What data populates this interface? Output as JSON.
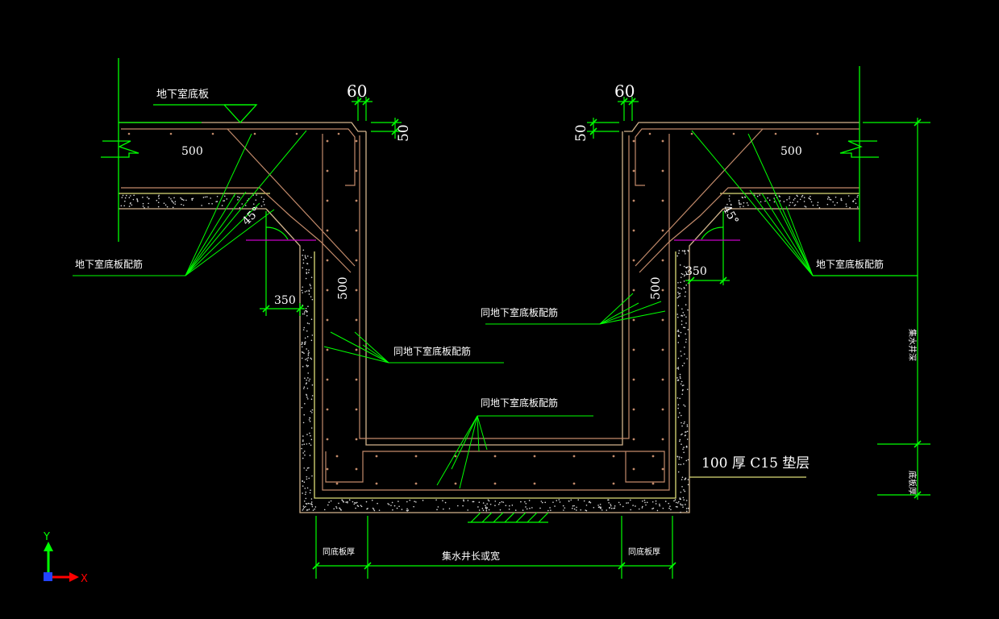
{
  "colors": {
    "background": "#000000",
    "line": "#00ff00",
    "slab": "#d2b48c",
    "rebar": "#c28a6a",
    "leader": "#00ff00",
    "cushion": "#dcdc78",
    "highlight": "#c800c8",
    "ucs_x": "#ff0000",
    "ucs_y": "#00ff00",
    "ucs_origin": "#2244ff",
    "text": "#ffffff"
  },
  "labels": {
    "basement_slab": "地下室底板",
    "rebar_left": "地下室底板配筋",
    "rebar_right": "地下室底板配筋",
    "rebar_same_wall_left": "同地下室底板配筋",
    "rebar_same_wall_right": "同地下室底板配筋",
    "rebar_same_bottom": "同地下室底板配筋",
    "cushion": "100 厚 C15 垫层",
    "dim_60_left": "60",
    "dim_60_right": "60",
    "dim_50_left": "50",
    "dim_50_right": "50",
    "dim_500_left_top": "500",
    "dim_500_right_top": "500",
    "dim_500_left_wall": "500",
    "dim_500_right_wall": "500",
    "dim_350_left": "350",
    "dim_350_right": "350",
    "angle_left": "45°",
    "angle_right": "45°",
    "bottom_same_left": "同底板厚",
    "bottom_width": "集水井长或宽",
    "bottom_same_right": "同底板厚",
    "right_depth": "集水井深",
    "right_thickness": "底板厚",
    "ucs_x": "X",
    "ucs_y": "Y"
  }
}
